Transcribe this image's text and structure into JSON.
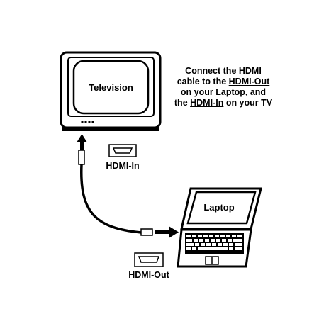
{
  "colors": {
    "ink": "#000000",
    "paper": "#ffffff"
  },
  "icons": [
    "television-icon",
    "laptop-icon",
    "hdmi-port-icon",
    "hdmi-plug-icon",
    "arrow-up-icon",
    "arrow-right-icon"
  ],
  "television": {
    "label": "Television"
  },
  "laptop": {
    "label": "Laptop"
  },
  "ports": {
    "in_label": "HDMI-In",
    "out_label": "HDMI-Out"
  },
  "instructions": {
    "line1": "Connect the HDMI",
    "line2_pre": "cable to the ",
    "line2_link": "HDMI-Out",
    "line3": "on your Laptop, and",
    "line4_pre": "the ",
    "line4_link": "HDMI-In",
    "line4_post": " on your TV"
  }
}
